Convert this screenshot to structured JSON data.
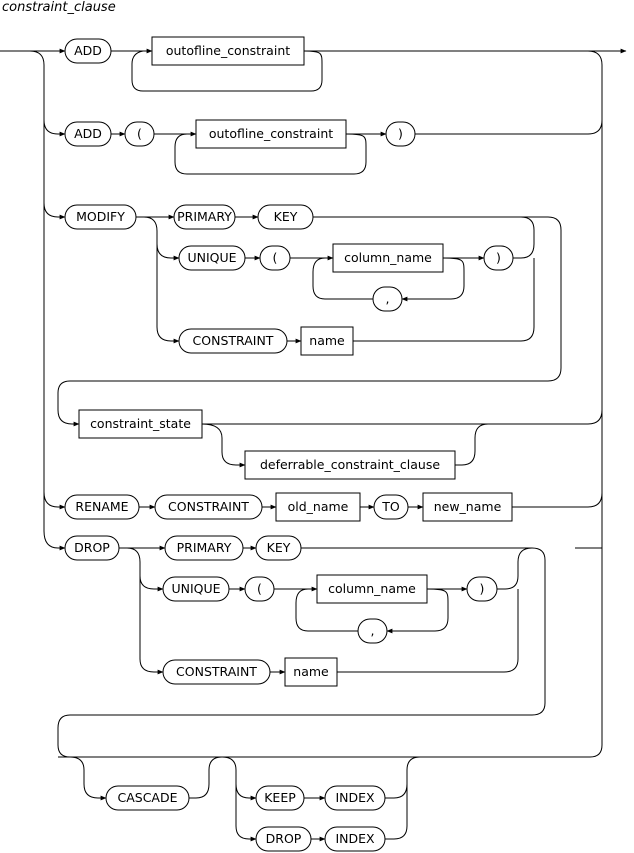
{
  "title": "constraint_clause",
  "terminals": {
    "add": "ADD",
    "lparen": "(",
    "rparen": ")",
    "comma": ",",
    "modify": "MODIFY",
    "primary": "PRIMARY",
    "key": "KEY",
    "unique": "UNIQUE",
    "constraint": "CONSTRAINT",
    "rename": "RENAME",
    "to": "TO",
    "drop": "DROP",
    "cascade": "CASCADE",
    "keep": "KEEP",
    "index": "INDEX"
  },
  "nonterminals": {
    "outofline_constraint": "outofline_constraint",
    "column_name": "column_name",
    "name": "name",
    "constraint_state": "constraint_state",
    "deferrable_constraint_clause": "deferrable_constraint_clause",
    "old_name": "old_name",
    "new_name": "new_name"
  }
}
